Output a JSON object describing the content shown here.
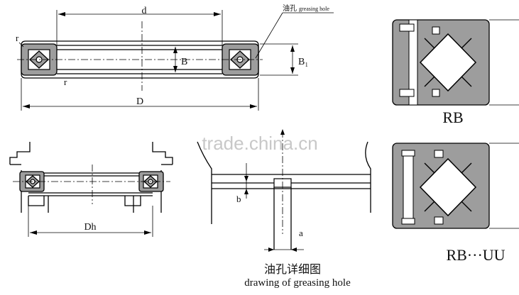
{
  "views": {
    "top_section": {
      "label_d": "d",
      "label_B": "B",
      "label_B1": "B₁",
      "label_r_top": "r",
      "label_r_bottom": "r",
      "label_D": "D",
      "callout_cn": "油孔",
      "callout_en": "greasing hole"
    },
    "mounting_section": {
      "label_Dh": "Dh"
    },
    "greasing_detail": {
      "label_b": "b",
      "label_a": "a",
      "caption_cn": "油孔详细图",
      "caption_en": "drawing of greasing hole"
    },
    "type_rb": {
      "label": "RB"
    },
    "type_rb_uu": {
      "label": "RB···UU"
    }
  },
  "watermark": "trade.china.cn"
}
